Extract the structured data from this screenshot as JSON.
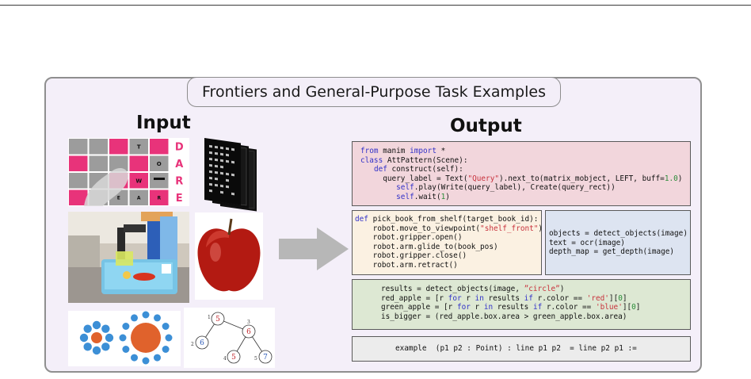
{
  "title": "Frontiers and General-Purpose Task Examples",
  "input_label": "Input",
  "output_label": "Output",
  "puzzle": {
    "letters": [
      "T",
      "D",
      "O",
      "A",
      "W",
      "R",
      "E",
      "A",
      "R",
      "E"
    ]
  },
  "tree": {
    "nodes": [
      {
        "id": "1",
        "value": "5"
      },
      {
        "id": "2",
        "value": "6"
      },
      {
        "id": "3",
        "value": "6"
      },
      {
        "id": "4",
        "value": "5"
      },
      {
        "id": "5",
        "value": "7"
      }
    ]
  },
  "code_blocks": {
    "manim": {
      "lines": [
        [
          {
            "t": "from",
            "c": "kw"
          },
          {
            "t": " manim "
          },
          {
            "t": "import",
            "c": "kw"
          },
          {
            "t": " *"
          }
        ],
        [
          {
            "t": "class",
            "c": "kw"
          },
          {
            "t": " AttPattern(Scene):"
          }
        ],
        [
          {
            "t": "   "
          },
          {
            "t": "def",
            "c": "kw"
          },
          {
            "t": " construct(self):"
          }
        ],
        [
          {
            "t": "     query_label = Text("
          },
          {
            "t": "\"Query\"",
            "c": "str"
          },
          {
            "t": ").next_to(matrix_mobject, LEFT, buff="
          },
          {
            "t": "1.0",
            "c": "num"
          },
          {
            "t": ")"
          }
        ],
        [
          {
            "t": "        "
          },
          {
            "t": "self",
            "c": "kw"
          },
          {
            "t": ".play(Write(query_label), Create(query_rect))"
          }
        ],
        [
          {
            "t": "        "
          },
          {
            "t": "self",
            "c": "kw"
          },
          {
            "t": ".wait("
          },
          {
            "t": "1",
            "c": "num"
          },
          {
            "t": ")"
          }
        ]
      ]
    },
    "robot": {
      "lines": [
        [
          {
            "t": "def",
            "c": "kw"
          },
          {
            "t": " pick_book_from_shelf(target_book_id):"
          }
        ],
        [
          {
            "t": "    robot.move_to_viewpoint("
          },
          {
            "t": "\"shelf_front\"",
            "c": "str"
          },
          {
            "t": ")"
          }
        ],
        [
          {
            "t": "    robot.gripper.open()"
          }
        ],
        [
          {
            "t": "    robot.arm.glide_to(book_pos)"
          }
        ],
        [
          {
            "t": "    robot.gripper.close()"
          }
        ],
        [
          {
            "t": "    robot.arm.retract()"
          }
        ]
      ]
    },
    "vision": {
      "lines": [
        [
          {
            "t": "objects = detect_objects(image)"
          }
        ],
        [
          {
            "t": "text = ocr(image)"
          }
        ],
        [
          {
            "t": "depth_map = get_depth(image)"
          }
        ]
      ]
    },
    "apple": {
      "lines": [
        [
          {
            "t": "results = detect_objects(image, "
          },
          {
            "t": "”circle”",
            "c": "str"
          },
          {
            "t": ")"
          }
        ],
        [
          {
            "t": "red_apple = [r "
          },
          {
            "t": "for",
            "c": "kw"
          },
          {
            "t": " r "
          },
          {
            "t": "in",
            "c": "kw"
          },
          {
            "t": " results "
          },
          {
            "t": "if",
            "c": "kw"
          },
          {
            "t": " r.color == "
          },
          {
            "t": "'red'",
            "c": "str"
          },
          {
            "t": "]["
          },
          {
            "t": "0",
            "c": "num"
          },
          {
            "t": "]"
          }
        ],
        [
          {
            "t": "green_apple = [r "
          },
          {
            "t": "for",
            "c": "kw"
          },
          {
            "t": " r "
          },
          {
            "t": "in",
            "c": "kw"
          },
          {
            "t": " results "
          },
          {
            "t": "if",
            "c": "kw"
          },
          {
            "t": " r.color == "
          },
          {
            "t": "'blue'",
            "c": "str"
          },
          {
            "t": "]["
          },
          {
            "t": "0",
            "c": "num"
          },
          {
            "t": "]"
          }
        ],
        [
          {
            "t": "is_bigger = (red_apple.box.area > green_apple.box.area)"
          }
        ]
      ]
    },
    "lean": {
      "lines": [
        [
          {
            "t": "example  (p1 p2 : Point) : line p1 p2  = line p2 p1 :="
          }
        ]
      ]
    }
  },
  "colors": {
    "panel_bg": "#f4eff9",
    "manim_bg": "#f2d6dc",
    "robot_bg": "#fbf1e2",
    "vision_bg": "#dde4f1",
    "apple_bg": "#dde8d3",
    "lean_bg": "#ececec",
    "keyword": "#3232c8",
    "string": "#c8323c",
    "number": "#2c8c3a"
  }
}
